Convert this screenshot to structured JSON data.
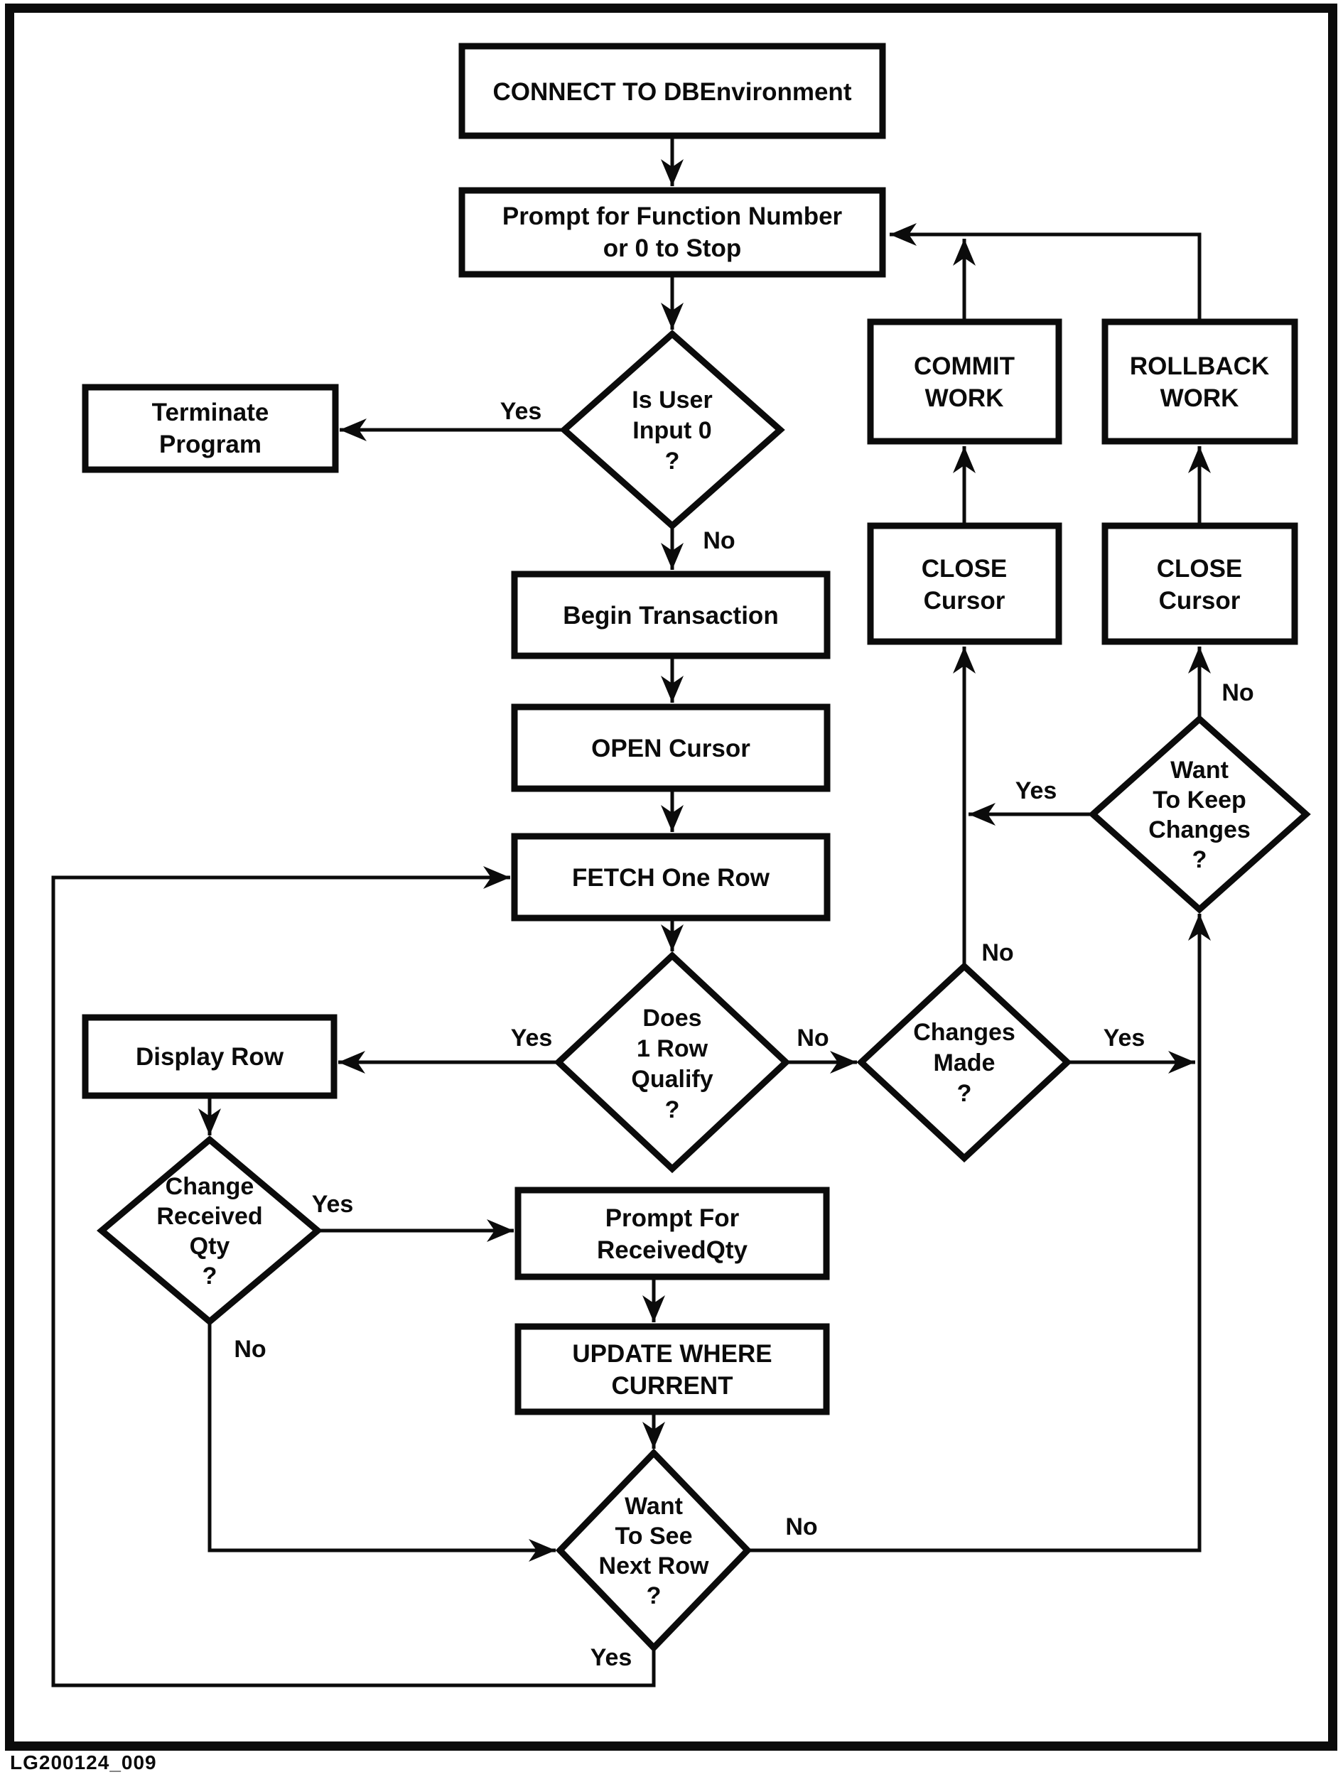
{
  "page": {
    "background": "#ffffff",
    "ink": "#0b0b0b"
  },
  "caption": "LG200124_009",
  "flowchart": {
    "nodes": {
      "connect": {
        "shape": "process",
        "lines": [
          "CONNECT TO DBEnvironment"
        ]
      },
      "prompt_function": {
        "shape": "process",
        "lines": [
          "Prompt for Function Number",
          "or 0 to Stop"
        ]
      },
      "terminate_program": {
        "shape": "process",
        "lines": [
          "Terminate",
          "Program"
        ]
      },
      "is_user_input_0": {
        "shape": "decision",
        "lines": [
          "Is User",
          "Input 0",
          "?"
        ]
      },
      "begin_transaction": {
        "shape": "process",
        "lines": [
          "Begin Transaction"
        ]
      },
      "open_cursor": {
        "shape": "process",
        "lines": [
          "OPEN Cursor"
        ]
      },
      "fetch_one_row": {
        "shape": "process",
        "lines": [
          "FETCH One Row"
        ]
      },
      "does_1_row_qualify": {
        "shape": "decision",
        "lines": [
          "Does",
          "1 Row",
          "Qualify",
          "?"
        ]
      },
      "display_row": {
        "shape": "process",
        "lines": [
          "Display Row"
        ]
      },
      "change_received_qty": {
        "shape": "decision",
        "lines": [
          "Change",
          "Received",
          "Qty",
          "?"
        ]
      },
      "prompt_for_receivedqty": {
        "shape": "process",
        "lines": [
          "Prompt For",
          "ReceivedQty"
        ]
      },
      "update_where_current": {
        "shape": "process",
        "lines": [
          "UPDATE WHERE",
          "CURRENT"
        ]
      },
      "want_to_see_next_row": {
        "shape": "decision",
        "lines": [
          "Want",
          "To See",
          "Next Row",
          "?"
        ]
      },
      "changes_made": {
        "shape": "decision",
        "lines": [
          "Changes",
          "Made",
          "?"
        ]
      },
      "want_to_keep_changes": {
        "shape": "decision",
        "lines": [
          "Want",
          "To Keep",
          "Changes",
          "?"
        ]
      },
      "commit_work": {
        "shape": "process",
        "lines": [
          "COMMIT",
          "WORK"
        ]
      },
      "rollback_work": {
        "shape": "process",
        "lines": [
          "ROLLBACK",
          "WORK"
        ]
      },
      "close_cursor_commit": {
        "shape": "process",
        "lines": [
          "CLOSE",
          "Cursor"
        ]
      },
      "close_cursor_rollback": {
        "shape": "process",
        "lines": [
          "CLOSE",
          "Cursor"
        ]
      }
    },
    "edge_labels": {
      "is_user_input_0_yes": "Yes",
      "is_user_input_0_no": "No",
      "does_1_row_qualify_yes": "Yes",
      "does_1_row_qualify_no": "No",
      "change_received_qty_yes": "Yes",
      "change_received_qty_no": "No",
      "want_to_see_next_row_yes": "Yes",
      "want_to_see_next_row_no": "No",
      "changes_made_yes": "Yes",
      "changes_made_no": "No",
      "want_to_keep_changes_yes": "Yes",
      "want_to_keep_changes_no": "No"
    }
  }
}
